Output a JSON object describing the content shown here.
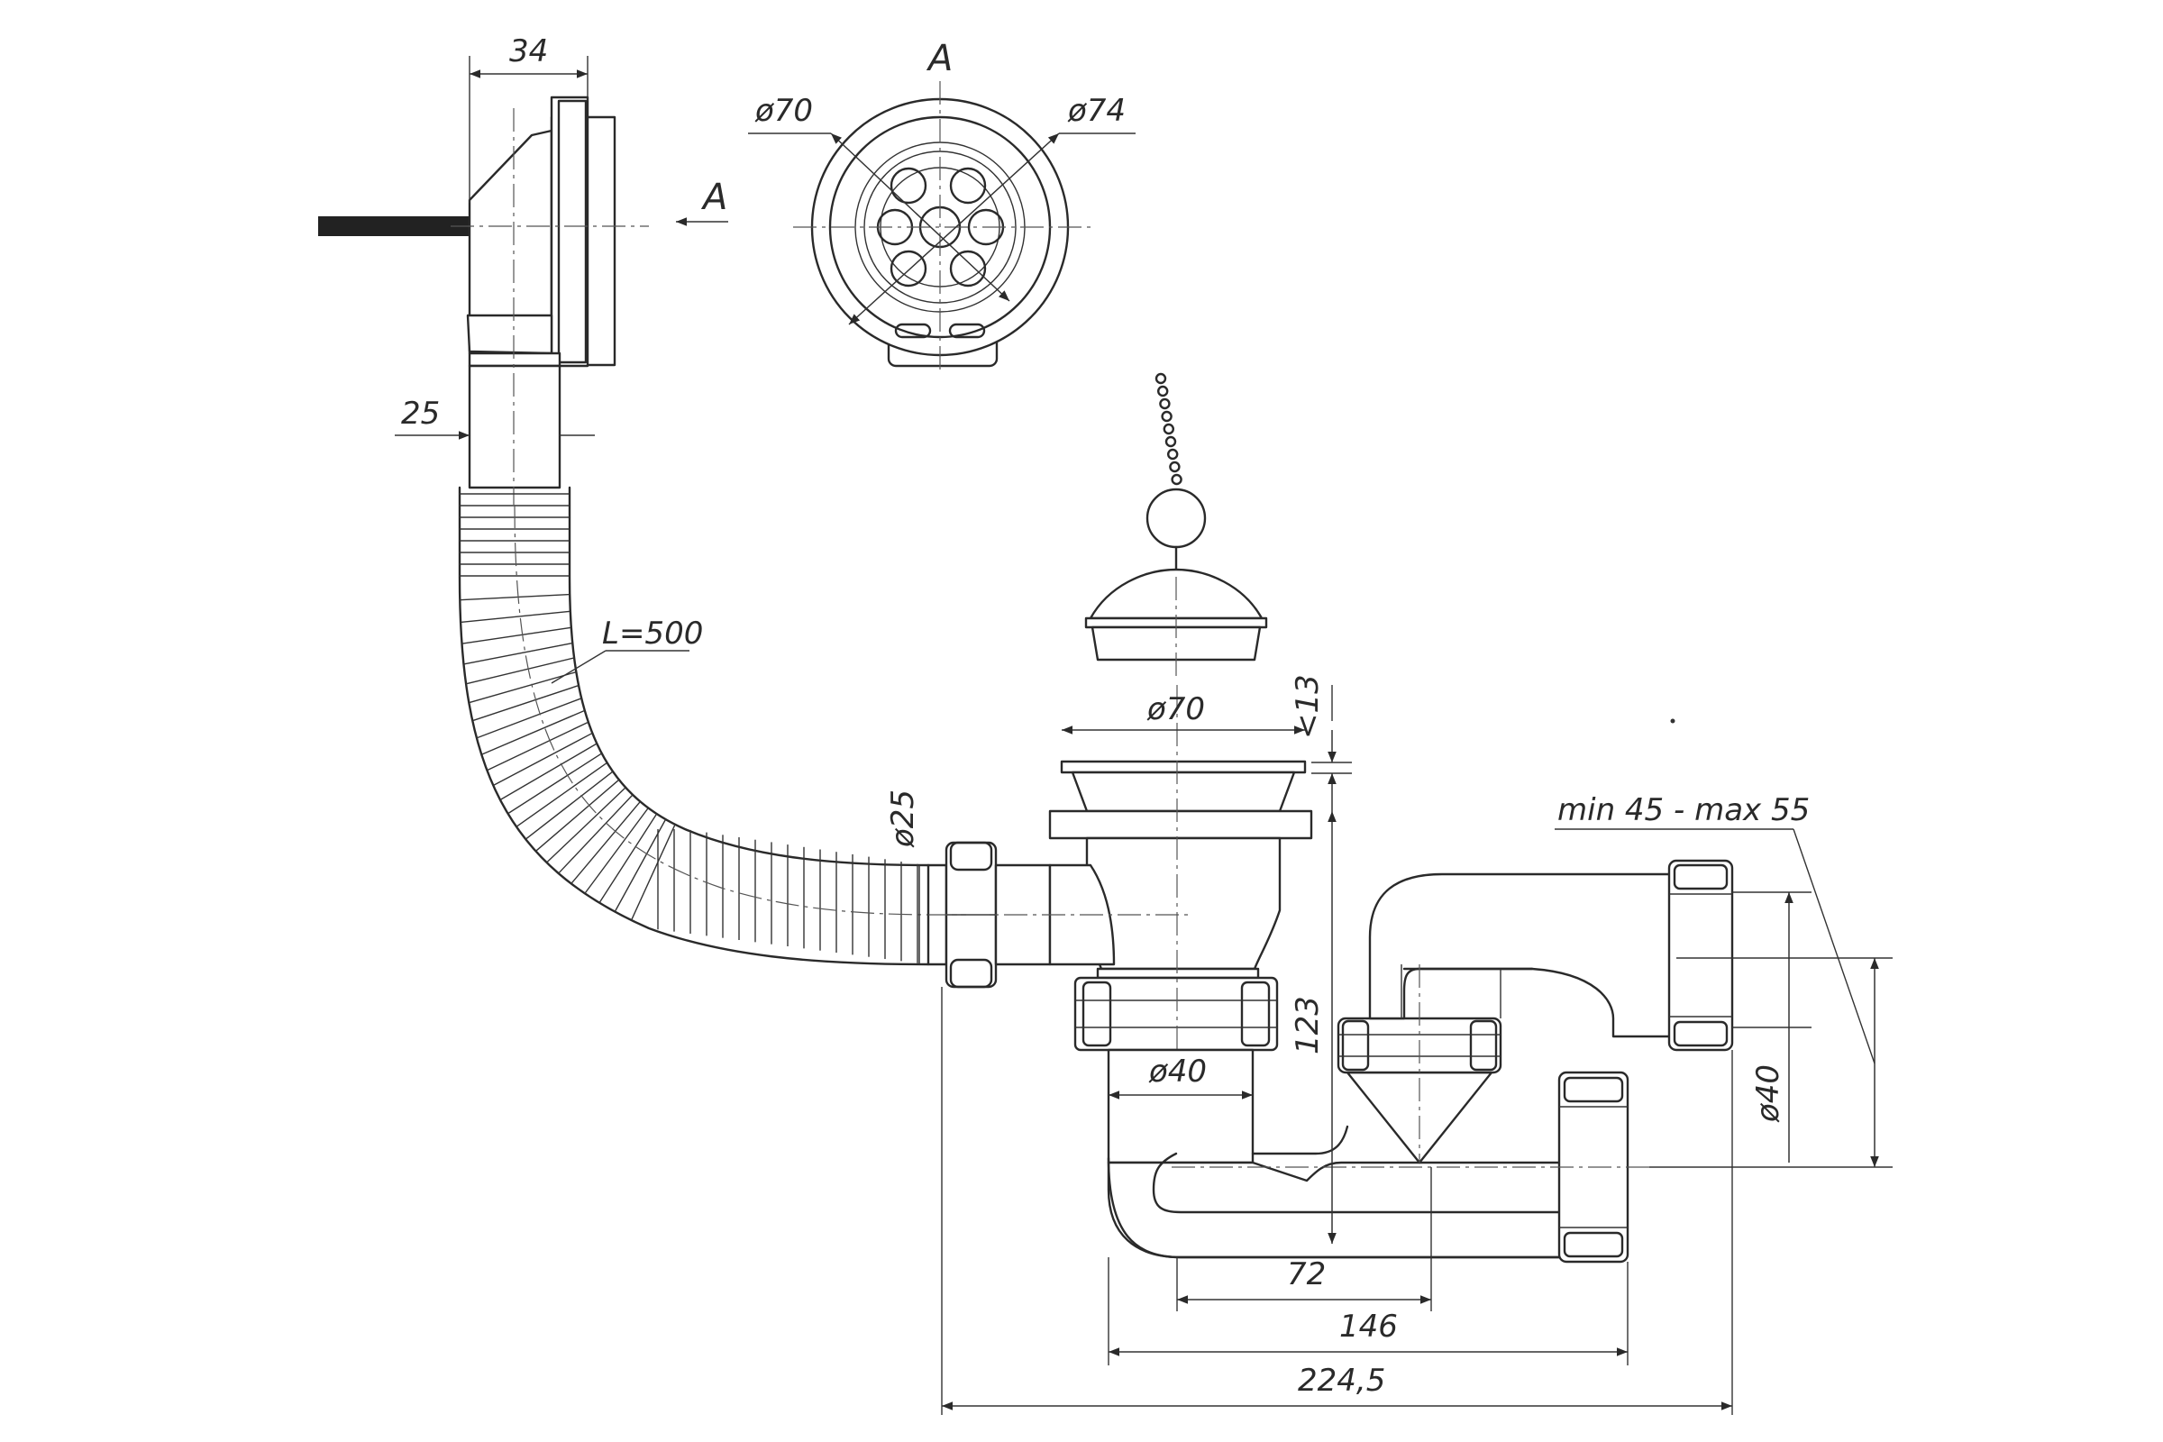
{
  "drawing": {
    "view_label": "A",
    "arrow_label": "A",
    "dimensions": {
      "overflow_depth": "34",
      "overflow_pipe_diameter": "25",
      "hose_length": "L=500",
      "grid_inner_diameter": "ø70",
      "grid_outer_diameter": "ø74",
      "outlet_diameter": "ø70",
      "flange_thickness": "<13",
      "branch_diameter": "ø25",
      "adjust_range": "min 45 - max 55",
      "height": "123",
      "trap_pipe_diameter": "ø40",
      "outlet_pipe_diameter": "ø40",
      "offset_72": "72",
      "offset_146": "146",
      "total_length": "224,5"
    }
  }
}
